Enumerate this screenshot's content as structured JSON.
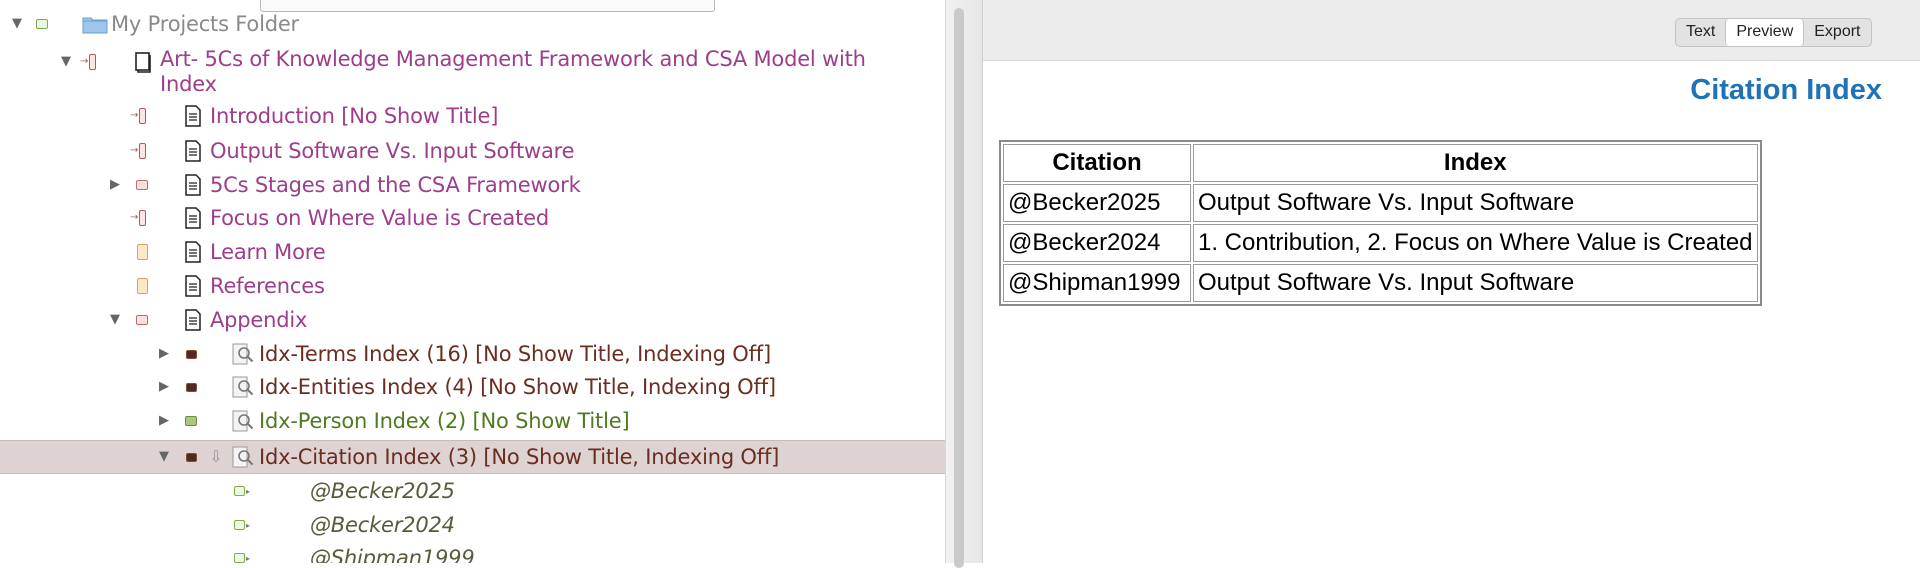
{
  "binder": {
    "items": [
      {
        "label": "My Projects Folder",
        "color": "#8a8a8a"
      },
      {
        "label": "Art- 5Cs of Knowledge Management Framework and CSA Model with",
        "label2": "Index"
      },
      {
        "label": "Introduction [No Show Title]"
      },
      {
        "label": "Output Software Vs. Input Software"
      },
      {
        "label": "5Cs Stages and the CSA Framework"
      },
      {
        "label": "Focus on Where Value is Created"
      },
      {
        "label": "Learn More"
      },
      {
        "label": "References"
      },
      {
        "label": "Appendix"
      },
      {
        "label": "Idx-Terms Index (16) [No Show Title, Indexing Off]"
      },
      {
        "label": "Idx-Entities Index (4) [No Show Title, Indexing Off]"
      },
      {
        "label": "Idx-Person Index (2) [No Show Title]"
      },
      {
        "label": "Idx-Citation Index (3) [No Show Title, Indexing Off]"
      },
      {
        "label": "@Becker2025"
      },
      {
        "label": "@Becker2024"
      },
      {
        "label": "@Shipman1999"
      }
    ]
  },
  "toolbar": {
    "text_label": "Text",
    "preview_label": "Preview",
    "export_label": "Export"
  },
  "preview": {
    "title": "Citation Index",
    "table": {
      "headers": [
        "Citation",
        "Index"
      ],
      "rows": [
        [
          "@Becker2025",
          "Output Software Vs. Input Software"
        ],
        [
          "@Becker2024",
          "1. Contribution, 2. Focus on Where Value is Created"
        ],
        [
          "@Shipman1999",
          "Output Software Vs. Input Software"
        ]
      ]
    }
  },
  "colors": {
    "title_blue": "#1f72b8",
    "purple_text": "#9c3e8c",
    "brown_text": "#6b2d1f",
    "olive_text": "#4f7a1f",
    "selection_bg": "#ddd3d3"
  }
}
